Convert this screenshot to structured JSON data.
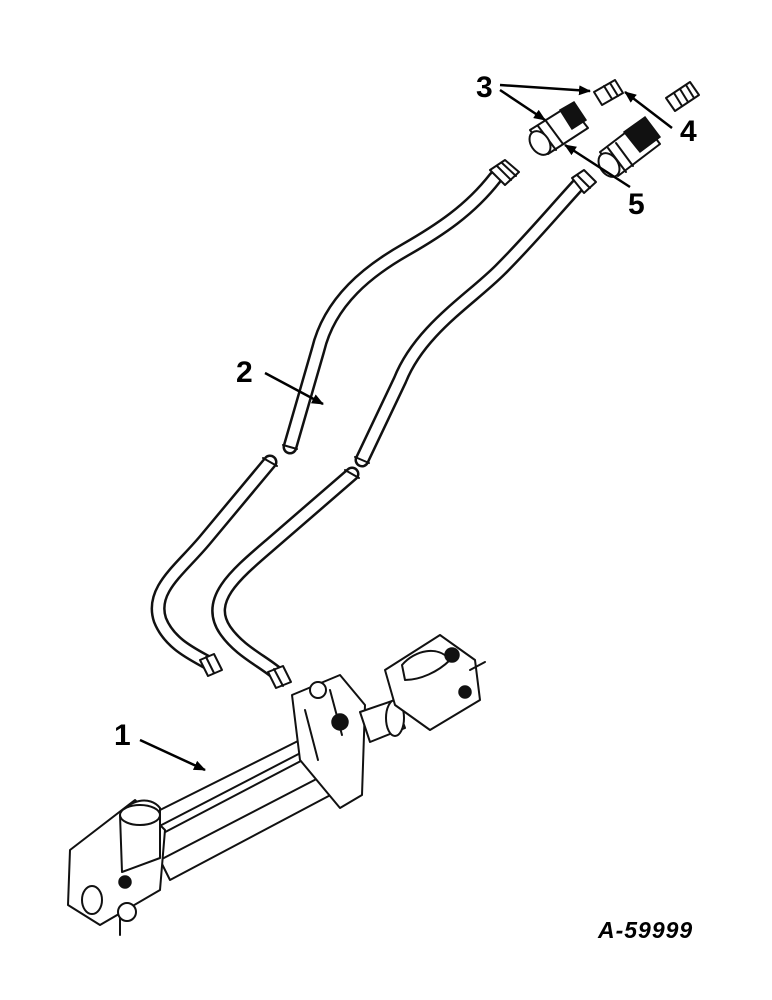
{
  "callouts": {
    "c1": "1",
    "c2": "2",
    "c3": "3",
    "c4": "4",
    "c5": "5"
  },
  "drawing_number": "A-59999",
  "colors": {
    "line": "#111111",
    "background": "#ffffff"
  }
}
